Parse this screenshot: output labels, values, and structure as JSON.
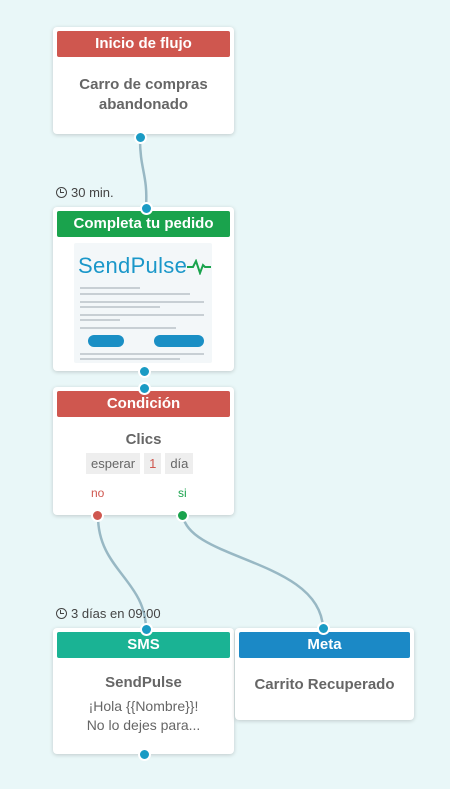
{
  "nodes": {
    "start": {
      "header": "Inicio de flujo",
      "body_line1": "Carro de compras",
      "body_line2": "abandonado"
    },
    "email": {
      "header": "Completa tu pedido",
      "logo_text": "SendPulse"
    },
    "condition": {
      "header": "Condición",
      "title": "Clics",
      "wait_label": "esperar",
      "wait_value": "1",
      "wait_unit": "día",
      "no_label": "no",
      "yes_label": "si"
    },
    "sms": {
      "header": "SMS",
      "sender": "SendPulse",
      "text_line1": "¡Hola {{Nombre}}!",
      "text_line2": "No lo dejes para..."
    },
    "goal": {
      "header": "Meta",
      "body": "Carrito Recuperado"
    }
  },
  "timers": {
    "email_delay": "30 min.",
    "sms_delay": "3 días en 09:00"
  },
  "colors": {
    "red": "#cf574f",
    "green": "#1aa34d",
    "teal": "#1ab394",
    "blue": "#1b89c6",
    "connector": "#1a9bc4"
  }
}
